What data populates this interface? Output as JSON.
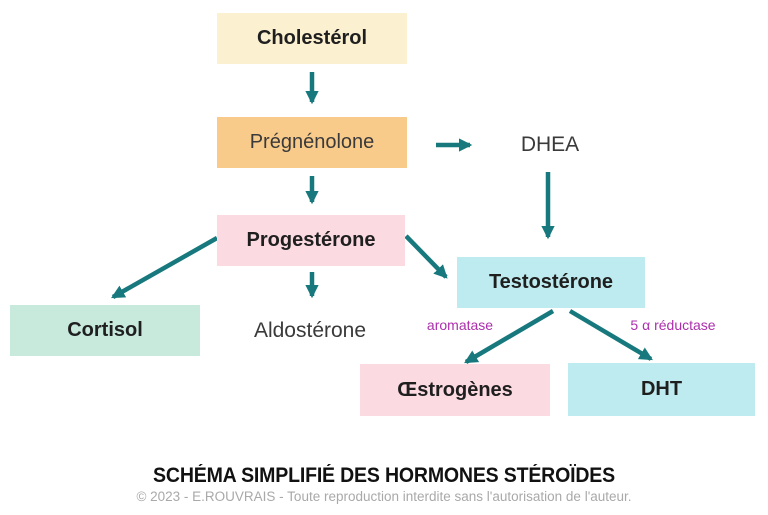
{
  "diagram": {
    "nodes": {
      "cholesterol": {
        "label": "Cholestérol"
      },
      "pregnenolone": {
        "label": "Prégnénolone"
      },
      "dhea": {
        "label": "DHEA"
      },
      "progesterone": {
        "label": "Progestérone"
      },
      "cortisol": {
        "label": "Cortisol"
      },
      "aldosterone": {
        "label": "Aldostérone"
      },
      "testosterone": {
        "label": "Testostérone"
      },
      "oestrogenes": {
        "label": "Œstrogènes"
      },
      "dht": {
        "label": "DHT"
      }
    },
    "edges": [
      {
        "from": "cholesterol",
        "to": "pregnenolone",
        "label": ""
      },
      {
        "from": "pregnenolone",
        "to": "dhea",
        "label": ""
      },
      {
        "from": "pregnenolone",
        "to": "progesterone",
        "label": ""
      },
      {
        "from": "dhea",
        "to": "testosterone",
        "label": ""
      },
      {
        "from": "progesterone",
        "to": "cortisol",
        "label": ""
      },
      {
        "from": "progesterone",
        "to": "aldosterone",
        "label": ""
      },
      {
        "from": "progesterone",
        "to": "testosterone",
        "label": ""
      },
      {
        "from": "testosterone",
        "to": "oestrogenes",
        "label": "aromatase"
      },
      {
        "from": "testosterone",
        "to": "dht",
        "label": "5 α réductase"
      }
    ],
    "colors": {
      "box_cream": "#fbf0d0",
      "box_orange": "#f9cb8b",
      "box_pink": "#fbdae2",
      "box_mint": "#c8eadd",
      "box_cyan": "#beebef",
      "arrow_teal": "#17797d",
      "enzyme_purple": "#ac2fac"
    }
  },
  "footer": {
    "title": "SCHÉMA SIMPLIFIÉ DES HORMONES STÉROÏDES",
    "copyright": "© 2023 - E.ROUVRAIS - Toute reproduction interdite sans l'autorisation de l'auteur."
  }
}
